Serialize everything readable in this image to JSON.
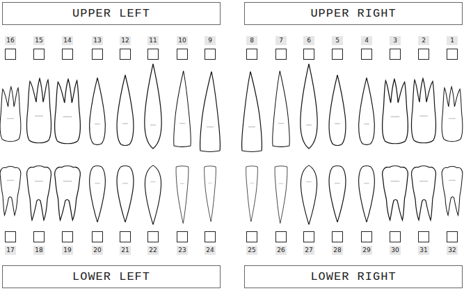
{
  "diagram": {
    "nodes": [
      {
        "text": [
          "UPPER LEFT"
        ]
      },
      {
        "text": [
          "UPPER RIGHT"
        ]
      },
      {
        "text": [
          "16"
        ]
      },
      {
        "text": [
          "15"
        ]
      },
      {
        "text": [
          "14"
        ]
      },
      {
        "text": [
          "13"
        ]
      },
      {
        "text": [
          "12"
        ]
      },
      {
        "text": [
          "11"
        ]
      },
      {
        "text": [
          "10"
        ]
      },
      {
        "text": [
          "9"
        ]
      },
      {
        "text": [
          "8"
        ]
      },
      {
        "text": [
          "7"
        ]
      },
      {
        "text": [
          "6"
        ]
      },
      {
        "text": [
          "5"
        ]
      },
      {
        "text": [
          "4"
        ]
      },
      {
        "text": [
          "3"
        ]
      },
      {
        "text": [
          "2"
        ]
      },
      {
        "text": [
          "1"
        ]
      },
      {
        "text": [
          "17"
        ]
      },
      {
        "text": [
          "18"
        ]
      },
      {
        "text": [
          "19"
        ]
      },
      {
        "text": [
          "20"
        ]
      },
      {
        "text": [
          "21"
        ]
      },
      {
        "text": [
          "22"
        ]
      },
      {
        "text": [
          "23"
        ]
      },
      {
        "text": [
          "24"
        ]
      },
      {
        "text": [
          "25"
        ]
      },
      {
        "text": [
          "26"
        ]
      },
      {
        "text": [
          "27"
        ]
      },
      {
        "text": [
          "28"
        ]
      },
      {
        "text": [
          "29"
        ]
      },
      {
        "text": [
          "30"
        ]
      },
      {
        "text": [
          "31"
        ]
      },
      {
        "text": [
          "32"
        ]
      },
      {
        "text": [
          "LOWER LEFT"
        ]
      },
      {
        "text": [
          "LOWER RIGHT"
        ]
      }
    ]
  }
}
